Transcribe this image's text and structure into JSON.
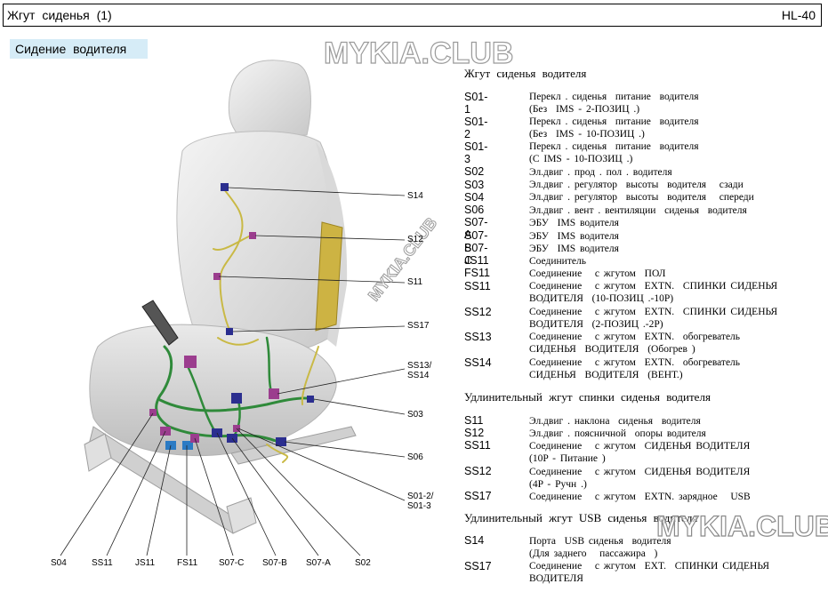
{
  "header": {
    "title": "Жгут  сиденья   (1)",
    "code": "HL-40"
  },
  "section_tag": "Сидение   водителя",
  "watermarks": {
    "top": "MYKIA.CLUB",
    "diagonal": "MYKIA.CLUB",
    "bottom": "MYKIA.CLUB"
  },
  "callouts": {
    "S14": "S14",
    "S12": "S12",
    "S11": "S11",
    "SS17": "SS17",
    "SS13_SS14_a": "SS13/",
    "SS13_SS14_b": "SS14",
    "S03": "S03",
    "S06": "S06",
    "S01_a": "S01-2/",
    "S01_b": "S01-3",
    "S04": "S04",
    "SS11": "SS11",
    "JS11": "JS11",
    "FS11": "FS11",
    "S07C": "S07-C",
    "S07B": "S07-B",
    "S07A": "S07-A",
    "S02": "S02"
  },
  "groups": [
    {
      "heading": "Жгут  сиденья   водителя",
      "items": [
        {
          "code": "S01-1",
          "desc": "Перекл . сиденья  питание  водителя\n(Без  IMS - 2-ПОЗИЦ .)"
        },
        {
          "code": "S01-2",
          "desc": "Перекл . сиденья  питание  водителя\n(Без  IMS - 10-ПОЗИЦ .)"
        },
        {
          "code": "S01-3",
          "desc": "Перекл . сиденья  питание  водителя\n(С IMS - 10-ПОЗИЦ .)"
        },
        {
          "code": "S02",
          "desc": "Эл.двиг . прод . пол . водителя"
        },
        {
          "code": "S03",
          "desc": "Эл.двиг . регулятор  высоты  водителя   сзади"
        },
        {
          "code": "S04",
          "desc": "Эл.двиг . регулятор  высоты  водителя   спереди"
        },
        {
          "code": "S06",
          "desc": "Эл.двиг . вент . вентиляции  сиденья  водителя"
        },
        {
          "code": "S07-A",
          "desc": "ЭБУ  IMS водителя"
        },
        {
          "code": "S07-B",
          "desc": "ЭБУ  IMS водителя"
        },
        {
          "code": "S07-C",
          "desc": "ЭБУ  IMS водителя"
        },
        {
          "code": "JS11",
          "desc": "Соединитель"
        },
        {
          "code": "FS11",
          "desc": "Соединение   с жгутом  ПОЛ"
        },
        {
          "code": "SS11",
          "desc": "Соединение   с жгутом  EXTN.  СПИНКИ СИДЕНЬЯ\nВОДИТЕЛЯ  (10-ПОЗИЦ .-10P)"
        },
        {
          "code": "SS12",
          "desc": "Соединение   с жгутом  EXTN.  СПИНКИ СИДЕНЬЯ\nВОДИТЕЛЯ  (2-ПОЗИЦ .-2P)"
        },
        {
          "code": "SS13",
          "desc": "Соединение   с жгутом  EXTN.  обогреватель\nСИДЕНЬЯ  ВОДИТЕЛЯ  (Обогрев )"
        },
        {
          "code": "SS14",
          "desc": "Соединение   с жгутом  EXTN.  обогреватель\nСИДЕНЬЯ  ВОДИТЕЛЯ  (ВЕНТ.)"
        }
      ]
    },
    {
      "heading": "Удлинительный      жгут  спинки   сиденья    водителя",
      "items": [
        {
          "code": "S11",
          "desc": "Эл.двиг . наклона  сиденья  водителя"
        },
        {
          "code": "S12",
          "desc": "Эл.двиг . поясничной  опоры водителя"
        },
        {
          "code": "SS11",
          "desc": "Соединение   с жгутом  СИДЕНЬЯ ВОДИТЕЛЯ\n(10P - Питание )"
        },
        {
          "code": "SS12",
          "desc": "Соединение   с жгутом  СИДЕНЬЯ ВОДИТЕЛЯ\n(4P - Ручн .)"
        },
        {
          "code": "SS17",
          "desc": "Соединение   с жгутом  EXTN. зарядное   USB"
        }
      ]
    },
    {
      "heading": "Удлинительный      жгут  USB  сиденья    водителя",
      "items": [
        {
          "code": "S14",
          "desc": "Порта  USB сиденья  водителя\n(Для заднего   пассажира  )"
        },
        {
          "code": "SS17",
          "desc": "Соединение   с жгутом  EXT.  СПИНКИ СИДЕНЬЯ\nВОДИТЕЛЯ"
        }
      ]
    }
  ]
}
